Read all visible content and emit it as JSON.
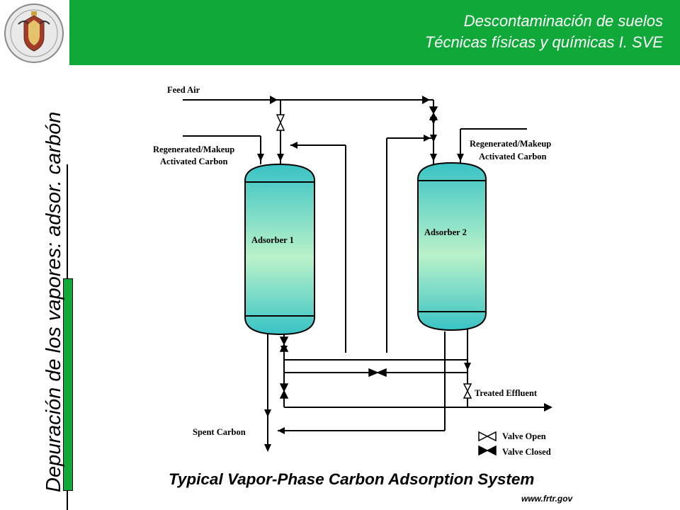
{
  "header": {
    "title_line1": "Descontaminación de suelos",
    "title_line2": "Técnicas físicas y químicas I.  SVE",
    "logo_icon": "university-seal-icon",
    "accent_color": "#10a839"
  },
  "sidebar": {
    "vertical_title": "Depuración de los vapores: adsor. carbón"
  },
  "diagram": {
    "labels": {
      "feed_air": "Feed Air",
      "regen_left_line1": "Regenerated/Makeup",
      "regen_left_line2": "Activated Carbon",
      "regen_right_line1": "Regenerated/Makeup",
      "regen_right_line2": "Activated Carbon",
      "adsorber1": "Adsorber 1",
      "adsorber2": "Adsorber 2",
      "treated_effluent": "Treated Effluent",
      "spent_carbon": "Spent Carbon",
      "valve_open": "Valve Open",
      "valve_closed": "Valve Closed"
    },
    "caption": "Typical Vapor-Phase Carbon Adsorption System",
    "source": "www.frtr.gov",
    "vessel_color": "#3cc7c7"
  }
}
